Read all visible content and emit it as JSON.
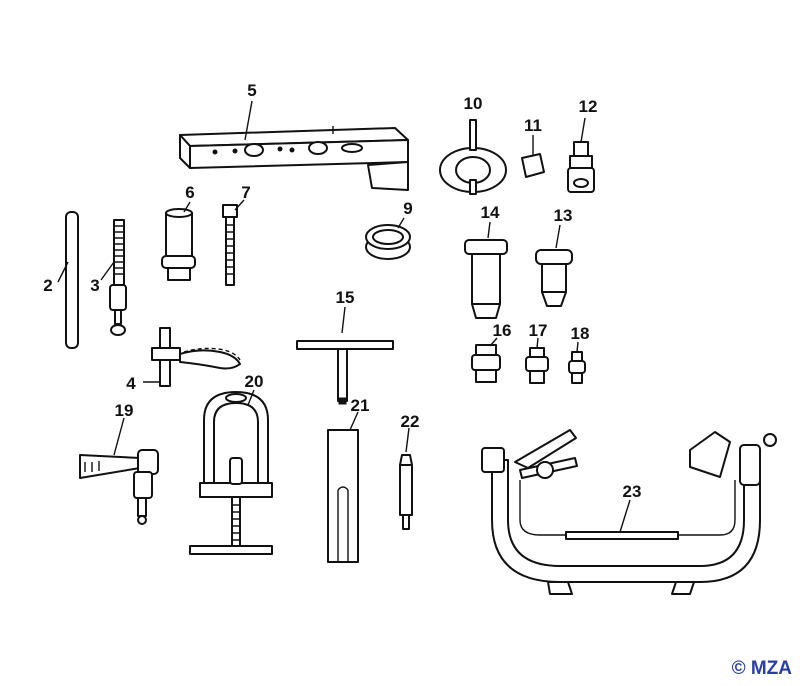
{
  "parts": {
    "p2": "2",
    "p3": "3",
    "p4": "4",
    "p5": "5",
    "p6": "6",
    "p7": "7",
    "p9": "9",
    "p10": "10",
    "p11": "11",
    "p12": "12",
    "p13": "13",
    "p14": "14",
    "p15": "15",
    "p16": "16",
    "p17": "17",
    "p18": "18",
    "p19": "19",
    "p20": "20",
    "p21": "21",
    "p22": "22",
    "p23": "23"
  },
  "copyright": "© MZA"
}
